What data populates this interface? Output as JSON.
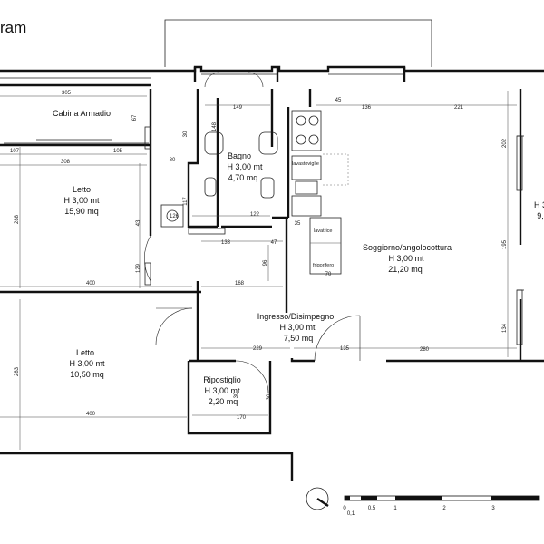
{
  "title": "ram",
  "rooms": {
    "cabina": {
      "name": "Cabina Armadio"
    },
    "letto1": {
      "name": "Letto",
      "height": "H 3,00 mt",
      "area": "15,90 mq"
    },
    "bagno": {
      "name": "Bagno",
      "height": "H 3,00 mt",
      "area": "4,70 mq"
    },
    "soggiorno": {
      "name": "Soggiorno/angolocottura",
      "height": "H 3,00 mt",
      "area": "21,20 mq"
    },
    "ingresso": {
      "name": "Ingresso/Disimpegno",
      "height": "H 3,00 mt",
      "area": "7,50 mq"
    },
    "letto2": {
      "name": "Letto",
      "height": "H 3,00 mt",
      "area": "10,50 mq"
    },
    "ripostiglio": {
      "name": "Ripostiglio",
      "height": "H 3,00 mt",
      "area": "2,20 mq"
    },
    "right_room": {
      "height": "H 3",
      "area": "9,"
    }
  },
  "fixtures": {
    "lavastoviglie": "lavastoviglie",
    "lavatrice": "lavatrice",
    "frigorifero": "frigorifero"
  },
  "dimensions": {
    "d305": "305",
    "d107": "107",
    "d105": "105",
    "d308": "308",
    "d288": "288",
    "d400a": "400",
    "d400b": "400",
    "d283": "283",
    "d80": "80",
    "d67": "67",
    "d43": "43",
    "d126": "126",
    "d117": "117",
    "d30a": "30",
    "d129": "129",
    "d133": "133",
    "d47": "47",
    "d122": "122",
    "d149": "149",
    "d148": "148",
    "d45": "45",
    "d136": "136",
    "d221": "221",
    "d202": "202",
    "d195": "195",
    "d134": "134",
    "d96": "96",
    "d168": "168",
    "d229": "229",
    "d280": "280",
    "d170": "170",
    "d70": "70",
    "d30b": "30",
    "d35": "35",
    "d30c": "30",
    "d135": "135"
  },
  "scale_bar": {
    "labels": [
      "0",
      "0,1",
      "0,5",
      "1",
      "2",
      "3"
    ]
  },
  "colors": {
    "wall": "#111111",
    "background": "#ffffff"
  }
}
